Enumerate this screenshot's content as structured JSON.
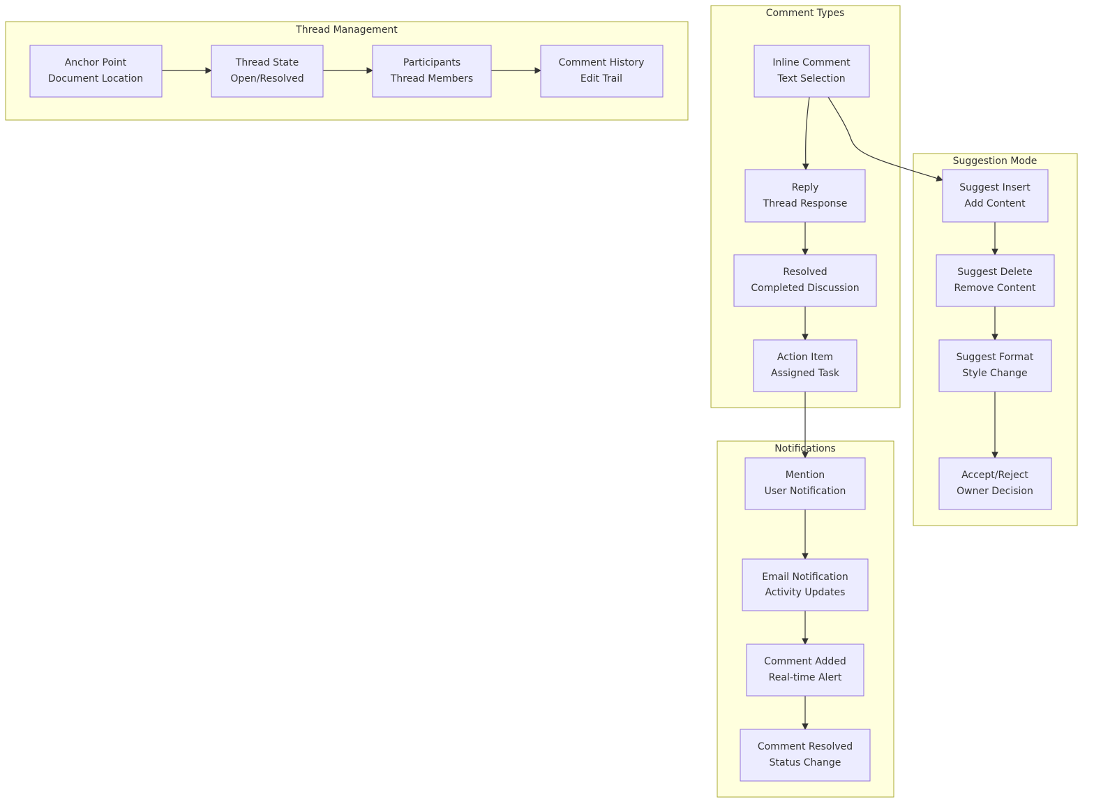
{
  "groups": {
    "thread_management": "Thread Management",
    "comment_types": "Comment Types",
    "suggestion_mode": "Suggestion Mode",
    "notifications": "Notifications"
  },
  "nodes": {
    "anchor": [
      "Anchor Point",
      "Document Location"
    ],
    "thread_state": [
      "Thread State",
      "Open/Resolved"
    ],
    "participants": [
      "Participants",
      "Thread Members"
    ],
    "history": [
      "Comment History",
      "Edit Trail"
    ],
    "inline": [
      "Inline Comment",
      "Text Selection"
    ],
    "reply": [
      "Reply",
      "Thread Response"
    ],
    "resolved": [
      "Resolved",
      "Completed Discussion"
    ],
    "action": [
      "Action Item",
      "Assigned Task"
    ],
    "insert": [
      "Suggest Insert",
      "Add Content"
    ],
    "delete": [
      "Suggest Delete",
      "Remove Content"
    ],
    "format": [
      "Suggest Format",
      "Style Change"
    ],
    "accept": [
      "Accept/Reject",
      "Owner Decision"
    ],
    "mention": [
      "Mention",
      "User Notification"
    ],
    "email": [
      "Email Notification",
      "Activity Updates"
    ],
    "added": [
      "Comment Added",
      "Real-time Alert"
    ],
    "comment_resolved": [
      "Comment Resolved",
      "Status Change"
    ]
  },
  "edges": [
    [
      "anchor",
      "thread_state"
    ],
    [
      "thread_state",
      "participants"
    ],
    [
      "participants",
      "history"
    ],
    [
      "inline",
      "reply"
    ],
    [
      "inline",
      "insert"
    ],
    [
      "reply",
      "resolved"
    ],
    [
      "resolved",
      "action"
    ],
    [
      "action",
      "mention"
    ],
    [
      "insert",
      "delete"
    ],
    [
      "delete",
      "format"
    ],
    [
      "format",
      "accept"
    ],
    [
      "mention",
      "email"
    ],
    [
      "email",
      "added"
    ],
    [
      "added",
      "comment_resolved"
    ]
  ],
  "colors": {
    "group_fill": "#ffffde",
    "group_stroke": "#aaaa33",
    "node_fill": "#ececff",
    "node_stroke": "#9370db",
    "edge": "#333333"
  }
}
